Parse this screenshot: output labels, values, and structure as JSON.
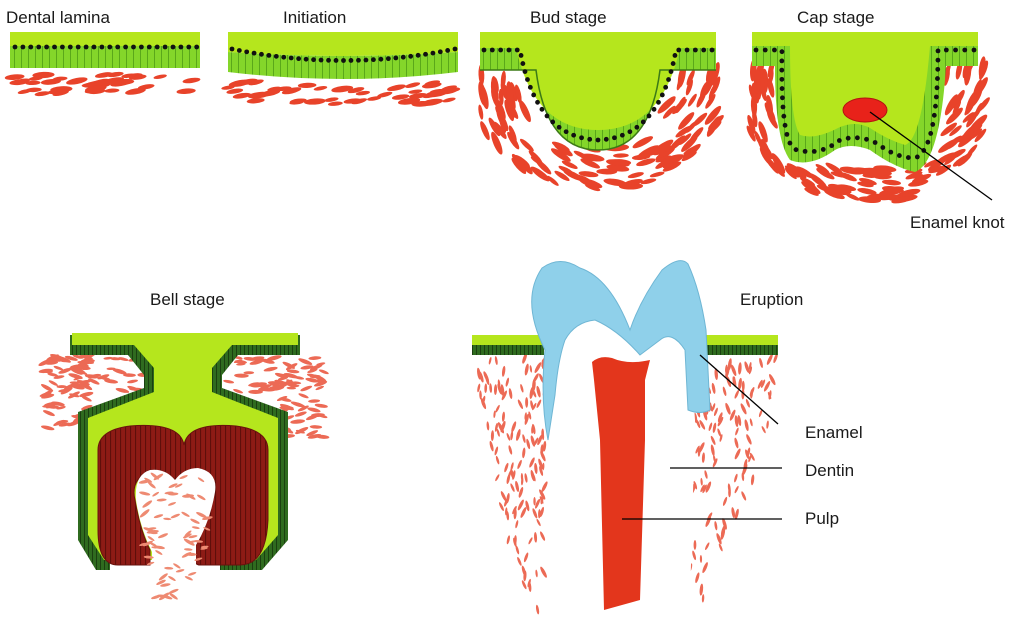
{
  "stages": {
    "dental_lamina": "Dental lamina",
    "initiation": "Initiation",
    "bud": "Bud stage",
    "cap": "Cap stage",
    "bell": "Bell stage",
    "eruption": "Eruption"
  },
  "callouts": {
    "enamel_knot": "Enamel knot",
    "enamel": "Enamel",
    "dentin": "Dentin",
    "pulp": "Pulp"
  },
  "colors": {
    "epithelium": "#b5e61d",
    "cell_layer": "#7ed321",
    "nuclei": "#111111",
    "mesenchyme": "#e8432a",
    "enamel_knot": "#e8221a",
    "dark_layer": "#2d6e1e",
    "dentin_bell": "#8b1a14",
    "enamel": "#8fd0ea",
    "pulp": "#e3361c"
  }
}
